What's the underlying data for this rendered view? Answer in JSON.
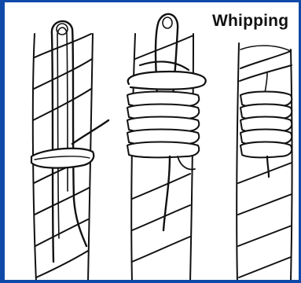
{
  "title": "Whipping",
  "colors": {
    "frame": "#0f4aa8",
    "ink": "#111111",
    "background": "#ffffff"
  },
  "stages": [
    {
      "name": "rope-stage-1"
    },
    {
      "name": "rope-stage-2"
    },
    {
      "name": "rope-stage-3"
    }
  ]
}
